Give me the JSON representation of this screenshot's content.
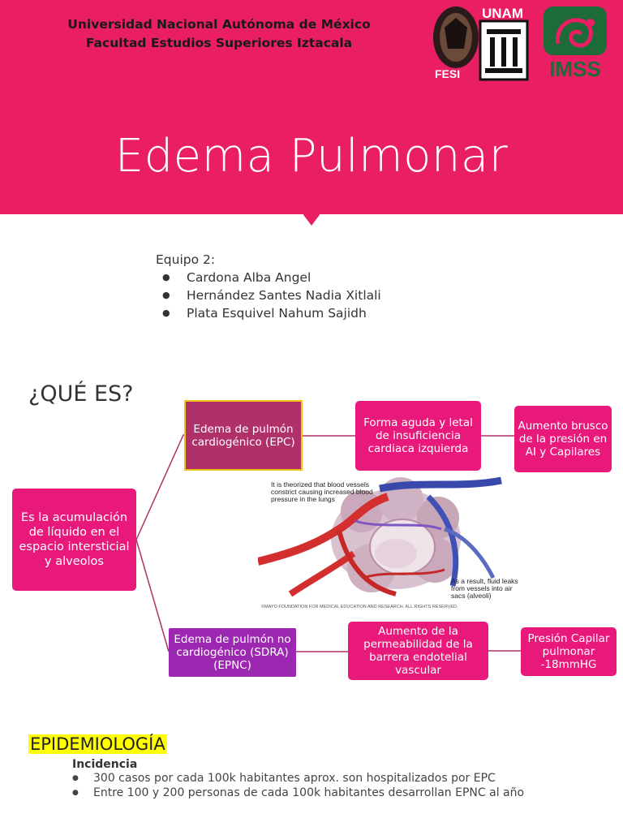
{
  "header": {
    "institution_line1": "Universidad Nacional Autónoma de México",
    "institution_line2": "Facultad Estudios Superiores Iztacala",
    "title": "Edema Pulmonar",
    "logos": {
      "unam_text": "UNAM",
      "fesi_text": "FESI",
      "imss_text": "IMSS"
    }
  },
  "team": {
    "heading": "Equipo 2:",
    "members": [
      "Cardona Alba Angel",
      "Hernández Santes Nadia Xitlali",
      "Plata Esquivel Nahum Sajidh"
    ]
  },
  "que_es": {
    "heading": "¿QUÉ ES?",
    "definition": "Es la acumulación de líquido en el espacio intersticial y alveolos",
    "epc": {
      "label": "Edema de pulmón cardiogénico (EPC)",
      "cause": "Forma aguda y letal de insuficiencia cardiaca izquierda",
      "effect": "Aumento brusco de la presión en AI y Capilares"
    },
    "epnc": {
      "label": "Edema de pulmón no cardiogénico (SDRA) (EPNC)",
      "cause": "Aumento de la permeabilidad de la barrera endotelial vascular",
      "effect": "Presión Capilar pulmonar -18mmHG"
    },
    "illustration": {
      "caption_top": "It is theorized that blood vessels constrict causing increased blood pressure in the lungs",
      "caption_bottom": "As a result, fluid leaks from vessels into air sacs (alveoli)",
      "copyright": "©MAYO FOUNDATION FOR MEDICAL EDUCATION AND RESEARCH. ALL RIGHTS RESERVED."
    }
  },
  "epidemiologia": {
    "heading": "EPIDEMIOLOGÍA",
    "subheading": "Incidencia",
    "items": [
      "300 casos por cada 100k habitantes aprox. son hospitalizados por EPC",
      "Entre 100 y 200 personas de cada 100k habitantes desarrollan EPNC al año"
    ]
  },
  "colors": {
    "banner": "#e91e63",
    "box_pink": "#e8197b",
    "box_plum": "#b0306a",
    "box_purple": "#9c27b0",
    "highlight": "#ffff00",
    "border_gold": "#f0c419"
  }
}
